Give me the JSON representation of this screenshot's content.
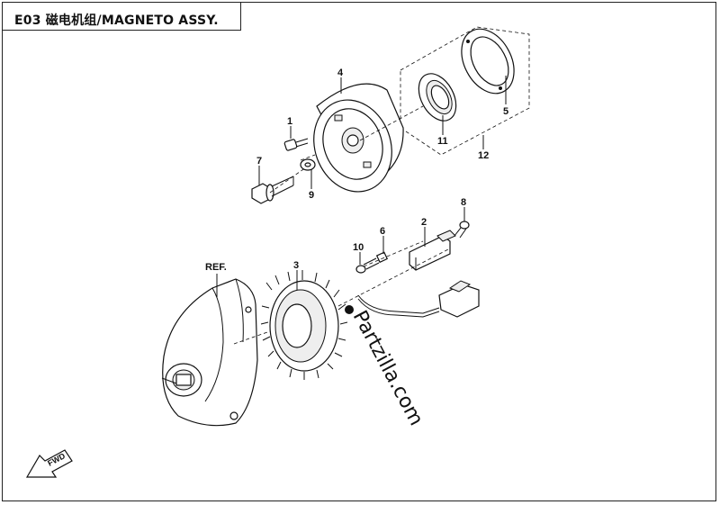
{
  "title": "E03 磁电机组/MAGNETO ASSY.",
  "callouts": {
    "c1": "1",
    "c2": "2",
    "c3": "3",
    "c4": "4",
    "c5": "5",
    "c6": "6",
    "c7": "7",
    "c8": "8",
    "c9": "9",
    "c10": "10",
    "c11": "11",
    "c12": "12",
    "ref": "REF."
  },
  "watermark": "Partzilla.com",
  "fwd_label": "FWD"
}
